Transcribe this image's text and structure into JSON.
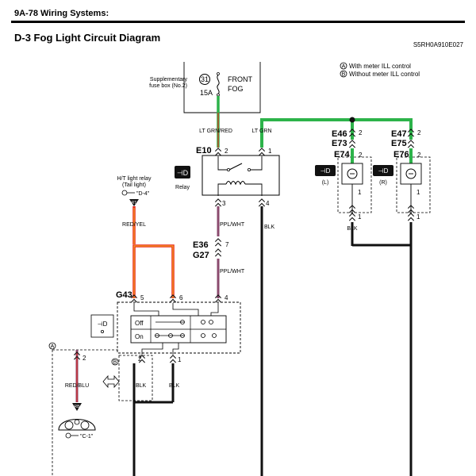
{
  "header": {
    "page_ref": "9A-78  Wiring Systems:",
    "title": "D-3 Fog Light Circuit Diagram",
    "doc_code": "S5RH0A910E027"
  },
  "legend": {
    "a_mark": "A",
    "a_text": "With meter ILL control",
    "b_mark": "B",
    "b_text": "Without meter ILL control"
  },
  "fuse_box": {
    "name_line1": "Supplementary",
    "name_line2": "fuse box (No.2)",
    "fuse_number": "31",
    "rating": "15A",
    "label_line1": "FRONT",
    "label_line2": "FOG"
  },
  "relay": {
    "connector": "E10",
    "pin_a": "2",
    "pin_b": "1",
    "pin_c": "3",
    "pin_d": "4",
    "label": "Relay"
  },
  "wires": {
    "lt_grn_red": "LT GRN/RED",
    "lt_grn": "LT GRN",
    "ppl_wht_upper": "PPL/WHT",
    "ppl_wht_lower": "PPL/WHT",
    "blk_relay": "BLK",
    "red_yel": "RED/YEL",
    "red_blu": "RED/BLU",
    "blk_sw2": "BLK",
    "blk_sw1": "BLK",
    "blk_fog": "BLK"
  },
  "joint": {
    "conn_a": "E36",
    "conn_b": "G27",
    "pin": "7"
  },
  "tail_relay": {
    "line1": "H/T light relay",
    "line2": "(Tail light)",
    "ref": "\"D-4\"",
    "badge": "RT"
  },
  "fog_switch": {
    "connector": "G43",
    "pin_5": "5",
    "pin_6": "6",
    "pin_4": "4",
    "pin_2": "2",
    "pin_1": "1",
    "off_label": "Off",
    "on_label": "On"
  },
  "fog_left": {
    "conn_upper": "E46",
    "conn_lower": "E73",
    "pin_top": "2",
    "lamp_conn": "E74",
    "lamp_pin_top": "2",
    "lamp_pin_bottom": "1",
    "pin_bottom": "1",
    "side": "(L)"
  },
  "fog_right": {
    "conn_upper": "E47",
    "conn_lower": "E75",
    "pin_top": "2",
    "lamp_conn": "E76",
    "lamp_pin_top": "2",
    "lamp_pin_bottom": "1",
    "pin_bottom": "1",
    "side": "(R)"
  },
  "meter": {
    "mark_a": "A",
    "mark_b": "B",
    "pin": "2",
    "badge": "RB",
    "ref": "\"C-1\""
  },
  "colors": {
    "wire_green": "#2db34a",
    "wire_red": "#e8281e",
    "wire_orange": "#f5a623",
    "wire_purple": "#8a4a6e",
    "wire_black": "#111111"
  },
  "icons": {
    "fog_light": "fog-light-icon",
    "lamp": "lamp-bulb-icon",
    "ground_arrow": "ground-arrow-icon",
    "connector_chevron": "connector-chevron-icon",
    "meter": "combination-meter-icon"
  }
}
